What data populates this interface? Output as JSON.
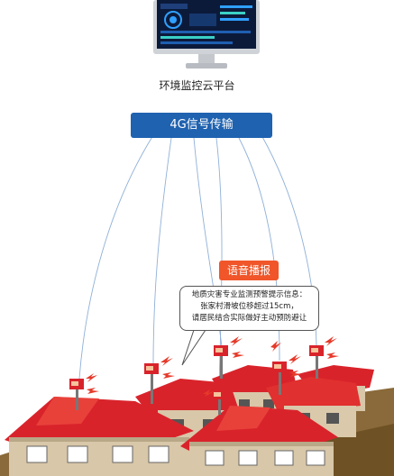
{
  "platform": {
    "label": "环境监控云平台"
  },
  "transmission": {
    "label": "4G信号传输"
  },
  "broadcast": {
    "label": "语音播报"
  },
  "alert": {
    "lines": [
      "地质灾害专业监测预警提示信息：",
      "张家村滑坡位移超过15cm，",
      "请居民结合实际做好主动预防避让"
    ]
  },
  "colors": {
    "banner": "#1f62b0",
    "voice_button": "#f0562a",
    "roof": "#d9232b",
    "wall": "#d8c7a8",
    "ground": "#8a6a3a",
    "signal": "#e53a2a"
  },
  "icons": [
    "monitor-icon",
    "speaker-device-icon",
    "signal-wave-icon",
    "house-icon"
  ]
}
